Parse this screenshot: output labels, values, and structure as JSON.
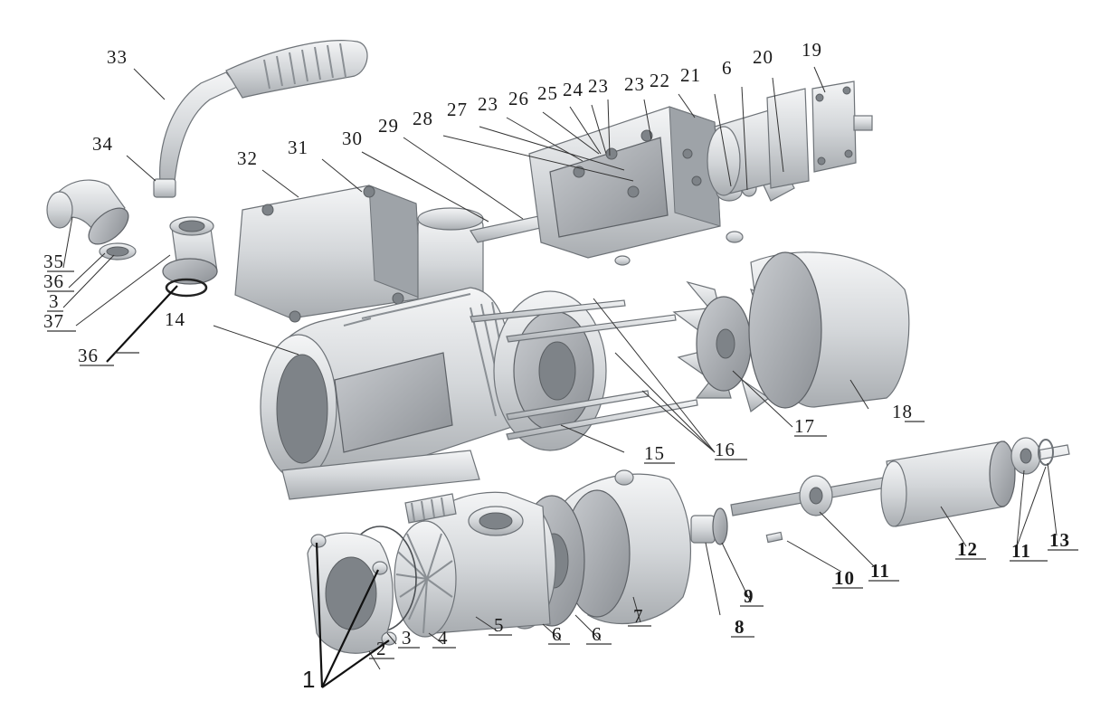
{
  "labels": {
    "l1": "1",
    "l2": "2",
    "l3a": "3",
    "l3b": "3",
    "l4": "4",
    "l5": "5",
    "l6a": "6",
    "l6b": "6",
    "l6c": "6",
    "l7": "7",
    "l8": "8",
    "l9": "9",
    "l10": "10",
    "l11a": "11",
    "l11b": "11",
    "l12": "12",
    "l13": "13",
    "l14": "14",
    "l15": "15",
    "l16": "16",
    "l17": "17",
    "l18": "18",
    "l19": "19",
    "l20": "20",
    "l21": "21",
    "l22": "22",
    "l23a": "23",
    "l23b": "23",
    "l23c": "23",
    "l24": "24",
    "l25": "25",
    "l26": "26",
    "l27": "27",
    "l28": "28",
    "l29": "29",
    "l30": "30",
    "l31": "31",
    "l32": "32",
    "l33": "33",
    "l34": "34",
    "l35": "35",
    "l36a": "36",
    "l36b": "36",
    "l37": "37"
  }
}
